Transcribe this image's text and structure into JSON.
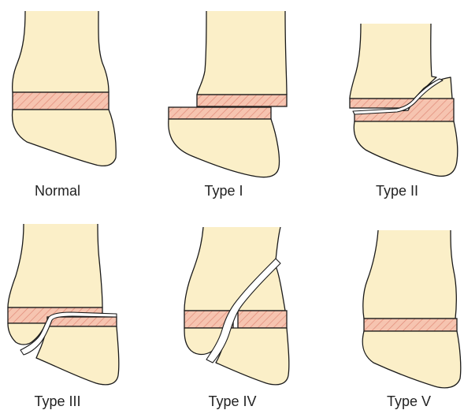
{
  "figure": {
    "panels": [
      {
        "id": "normal",
        "label": "Normal"
      },
      {
        "id": "type-1",
        "label": "Type I"
      },
      {
        "id": "type-2",
        "label": "Type II"
      },
      {
        "id": "type-3",
        "label": "Type III"
      },
      {
        "id": "type-4",
        "label": "Type IV"
      },
      {
        "id": "type-5",
        "label": "Type V"
      }
    ],
    "colors": {
      "bone_fill": "#fbefc8",
      "physis_fill": "#f6c4b0",
      "physis_hatch": "#e08a78",
      "outline": "#1a1a1a"
    }
  }
}
